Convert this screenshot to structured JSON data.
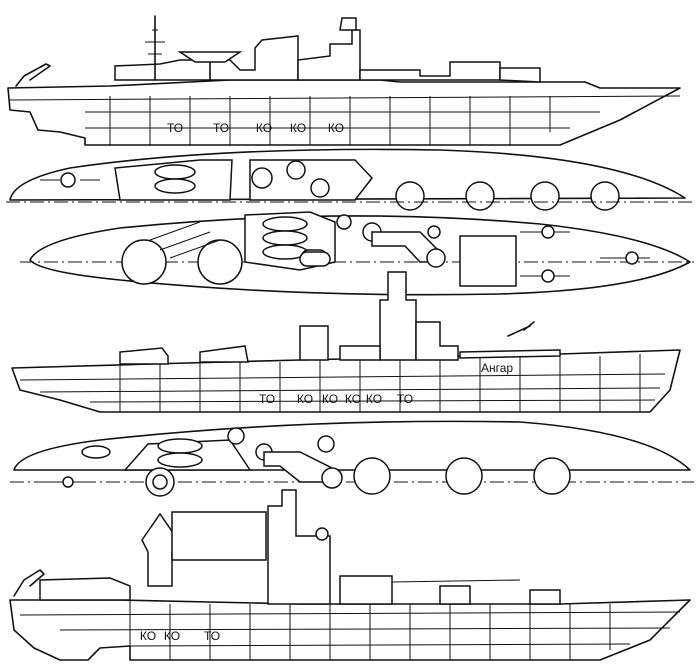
{
  "compartments": {
    "to": "ТО",
    "ko": "КО",
    "hangar": "Ангар"
  }
}
